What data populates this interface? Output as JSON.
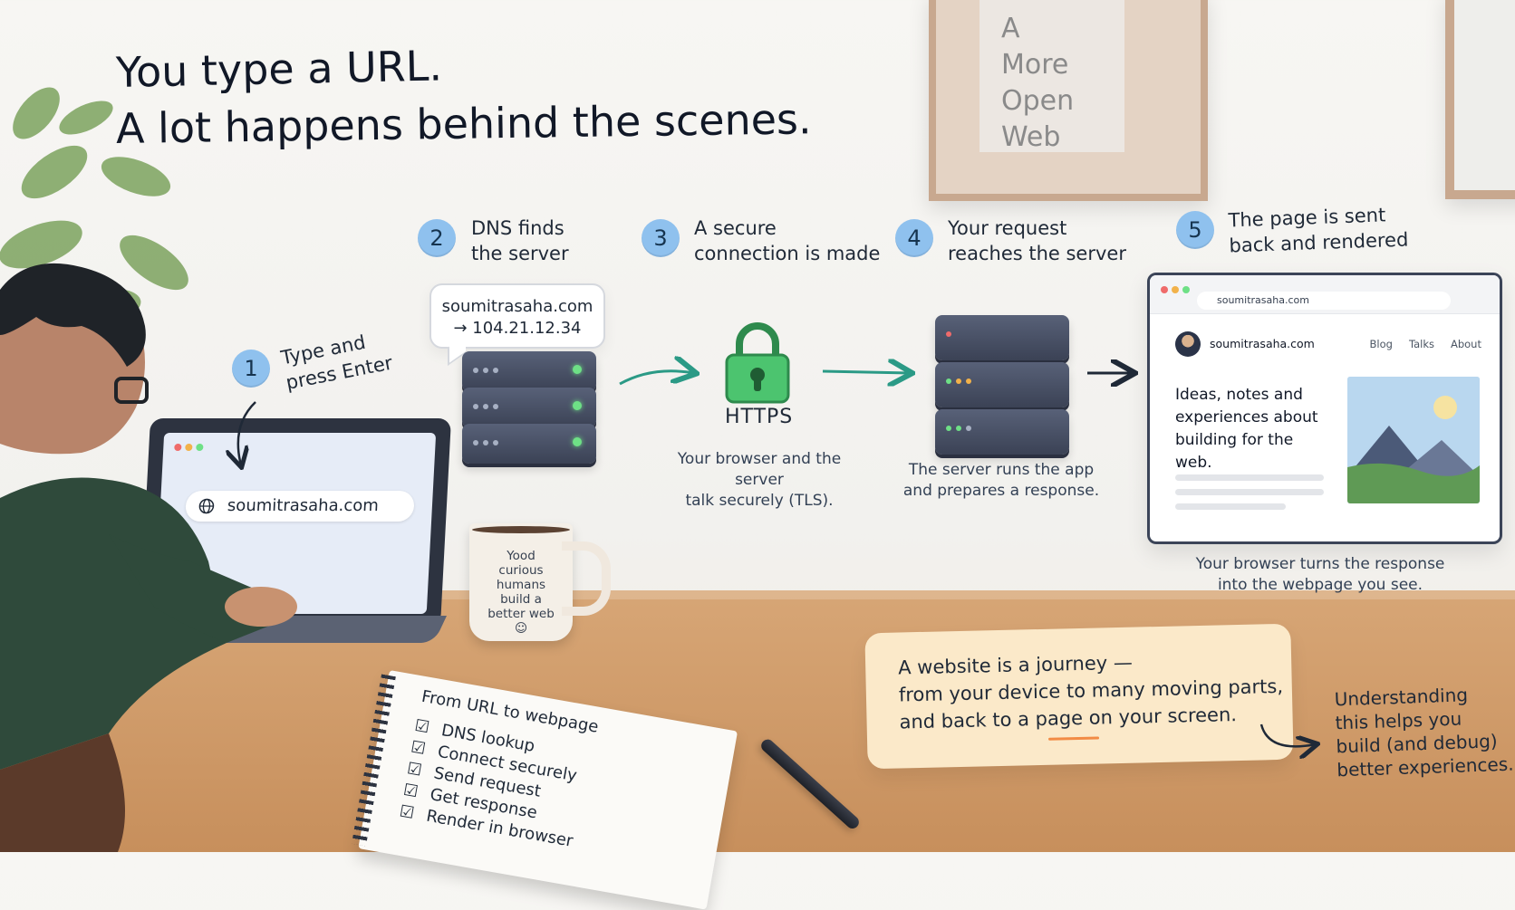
{
  "title": {
    "line1": "You type a URL.",
    "line2": "A lot happens behind the scenes."
  },
  "poster": {
    "text": "A\nMore\nOpen\nWeb"
  },
  "steps": [
    {
      "number": "1",
      "label": "Type and\npress Enter"
    },
    {
      "number": "2",
      "label": "DNS finds\nthe server"
    },
    {
      "number": "3",
      "label": "A secure\nconnection is made"
    },
    {
      "number": "4",
      "label": "Your request\nreaches the server"
    },
    {
      "number": "5",
      "label": "The page is sent\nback and rendered"
    }
  ],
  "dns": {
    "domain": "soumitrasaha.com",
    "ip": "→ 104.21.12.34"
  },
  "https": {
    "label": "HTTPS",
    "caption": "Your browser and the server\ntalk securely (TLS)."
  },
  "server": {
    "caption": "The server runs the app\nand prepares a response."
  },
  "browser": {
    "url": "soumitrasaha.com",
    "site_name": "soumitrasaha.com",
    "nav": [
      "Blog",
      "Talks",
      "About"
    ],
    "hero": "Ideas, notes and\nexperiences about\nbuilding for the web.",
    "caption": "Your browser turns the response\ninto the webpage you see."
  },
  "laptop": {
    "url": "soumitrasaha.com"
  },
  "mug": {
    "text": "Yood\ncurious\nhumans\nbuild a\nbetter web\n☺"
  },
  "notebook": {
    "title": "From URL to webpage",
    "items": [
      "DNS lookup",
      "Connect securely",
      "Send request",
      "Get response",
      "Render in browser"
    ]
  },
  "note": {
    "text": "A website is a journey —\nfrom your device to many moving parts,\nand back to a page on your screen."
  },
  "side_note": {
    "text": "Understanding\nthis helps you\nbuild (and debug)\nbetter experiences."
  },
  "colors": {
    "badge": "#8fc1ee",
    "arrow_teal": "#2b9a86",
    "lock_green": "#4cc46f",
    "desk": "#c78f5c",
    "note_bg": "#fbe9c9"
  }
}
